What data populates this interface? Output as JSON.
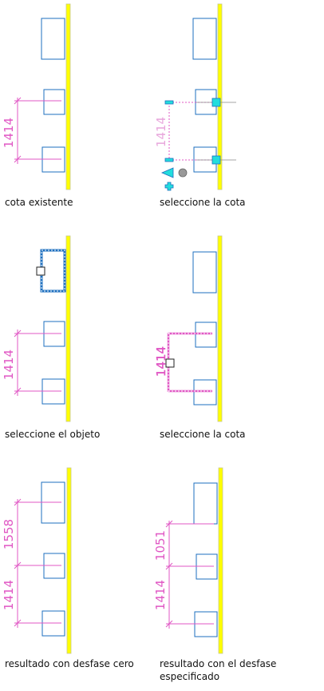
{
  "colors": {
    "wall": "#ffff00",
    "wall_outline": "#d8d8a0",
    "object": "#1e6fbf",
    "dimension": "#e057c4",
    "grip": "#22dddd",
    "selection_dash": "#333333"
  },
  "panels": [
    {
      "id": "existing",
      "caption": "cota existente",
      "dimensions": [
        "1414"
      ]
    },
    {
      "id": "select-dim-1",
      "caption": "seleccione la cota",
      "dimensions": [
        "1414"
      ]
    },
    {
      "id": "select-object",
      "caption": "seleccione el objeto",
      "dimensions": [
        "1414"
      ]
    },
    {
      "id": "select-dim-2",
      "caption": "seleccione la cota",
      "dimensions": [
        "1414"
      ]
    },
    {
      "id": "result-zero",
      "caption": "resultado con desfase cero",
      "dimensions": [
        "1558",
        "1414"
      ]
    },
    {
      "id": "result-offset",
      "caption": "resultado con el desfase especificado",
      "caption_lines": [
        "resultado con el desfase",
        "especificado"
      ],
      "dimensions": [
        "1051",
        "1414"
      ]
    }
  ]
}
